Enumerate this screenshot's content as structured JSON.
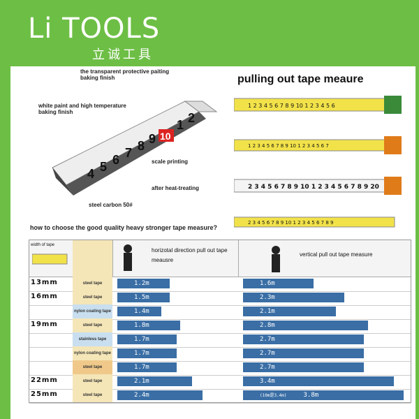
{
  "brand": {
    "name": "Li TOOLS",
    "subtitle": "立诚工具"
  },
  "labels": {
    "transparent": "the transparent protective paiting baking finish",
    "white_paint": "white paint and high temperature baking finish",
    "scale": "scale printing",
    "heat": "after heat-treating",
    "steel": "steel carbon 50#"
  },
  "pull_title": "pulling out tape meaure",
  "question": "how to choose the good quality heavy stronger tape measure?",
  "table": {
    "header": {
      "width_label": "width of tape",
      "horizontal": "horizotal direction pull out tape meausre",
      "vertical": "vertical pull out tape measure"
    },
    "rows": [
      {
        "size": "13mm",
        "type": "steel tape",
        "type_color": "#f5e6b8",
        "h": "1.2m",
        "v": "1.6m",
        "h_frac": 0.44,
        "v_frac": 0.44
      },
      {
        "size": "16mm",
        "type": "steel tape",
        "type_color": "#f5e6b8",
        "h": "1.5m",
        "v": "2.3m",
        "h_frac": 0.44,
        "v_frac": 0.63
      },
      {
        "size": "",
        "type": "nylon coating tape",
        "type_color": "#c9dff0",
        "h": "1.4m",
        "v": "2.1m",
        "h_frac": 0.37,
        "v_frac": 0.58
      },
      {
        "size": "19mm",
        "type": "steel tape",
        "type_color": "#f5e6b8",
        "h": "1.8m",
        "v": "2.8m",
        "h_frac": 0.53,
        "v_frac": 0.78
      },
      {
        "size": "",
        "type": "stainless tape",
        "type_color": "#c9dff0",
        "h": "1.7m",
        "v": "2.7m",
        "h_frac": 0.5,
        "v_frac": 0.75
      },
      {
        "size": "",
        "type": "nylon coating tape",
        "type_color": "#f5e6b8",
        "h": "1.7m",
        "v": "2.7m",
        "h_frac": 0.5,
        "v_frac": 0.75
      },
      {
        "size": "",
        "type": "steel tape",
        "type_color": "#f0c98a",
        "h": "1.7m",
        "v": "2.7m",
        "h_frac": 0.5,
        "v_frac": 0.75
      },
      {
        "size": "22mm",
        "type": "steel tape",
        "type_color": "#f5e6b8",
        "h": "2.1m",
        "v": "3.4m",
        "h_frac": 0.63,
        "v_frac": 0.94
      },
      {
        "size": "25mm",
        "type": "steel tape",
        "type_color": "#f5e6b8",
        "h": "2.4m",
        "v": "3.8m",
        "v_note": "(10m是3.4m)",
        "h_frac": 0.72,
        "v_frac": 1.0
      }
    ]
  }
}
